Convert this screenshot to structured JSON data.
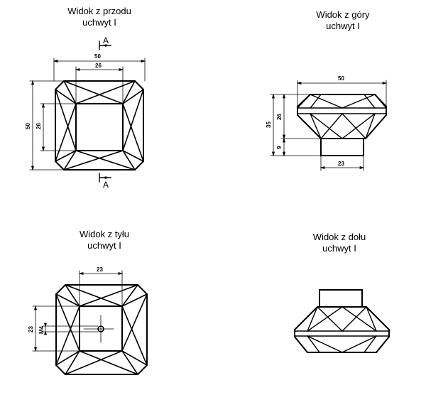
{
  "views": {
    "front": {
      "title": "Widok z przodu",
      "subtitle": "uchwyt I"
    },
    "top": {
      "title": "Widok z góry",
      "subtitle": "uchwyt I"
    },
    "back": {
      "title": "Widok z tyłu",
      "subtitle": "uchwyt I"
    },
    "bottom": {
      "title": "Widok z dołu",
      "subtitle": "uchwyt I"
    }
  },
  "dimensions": {
    "front_outer_width": "50",
    "front_inner_width": "26",
    "front_outer_height": "50",
    "front_inner_height": "26",
    "top_width": "50",
    "top_total_height": "35",
    "top_head_height": "26",
    "top_neck_height": "9",
    "top_neck_width": "23",
    "back_inner_width": "23",
    "back_inner_height": "23",
    "back_thread": "M4"
  },
  "section_marks": {
    "top": "A",
    "bottom": "A"
  }
}
